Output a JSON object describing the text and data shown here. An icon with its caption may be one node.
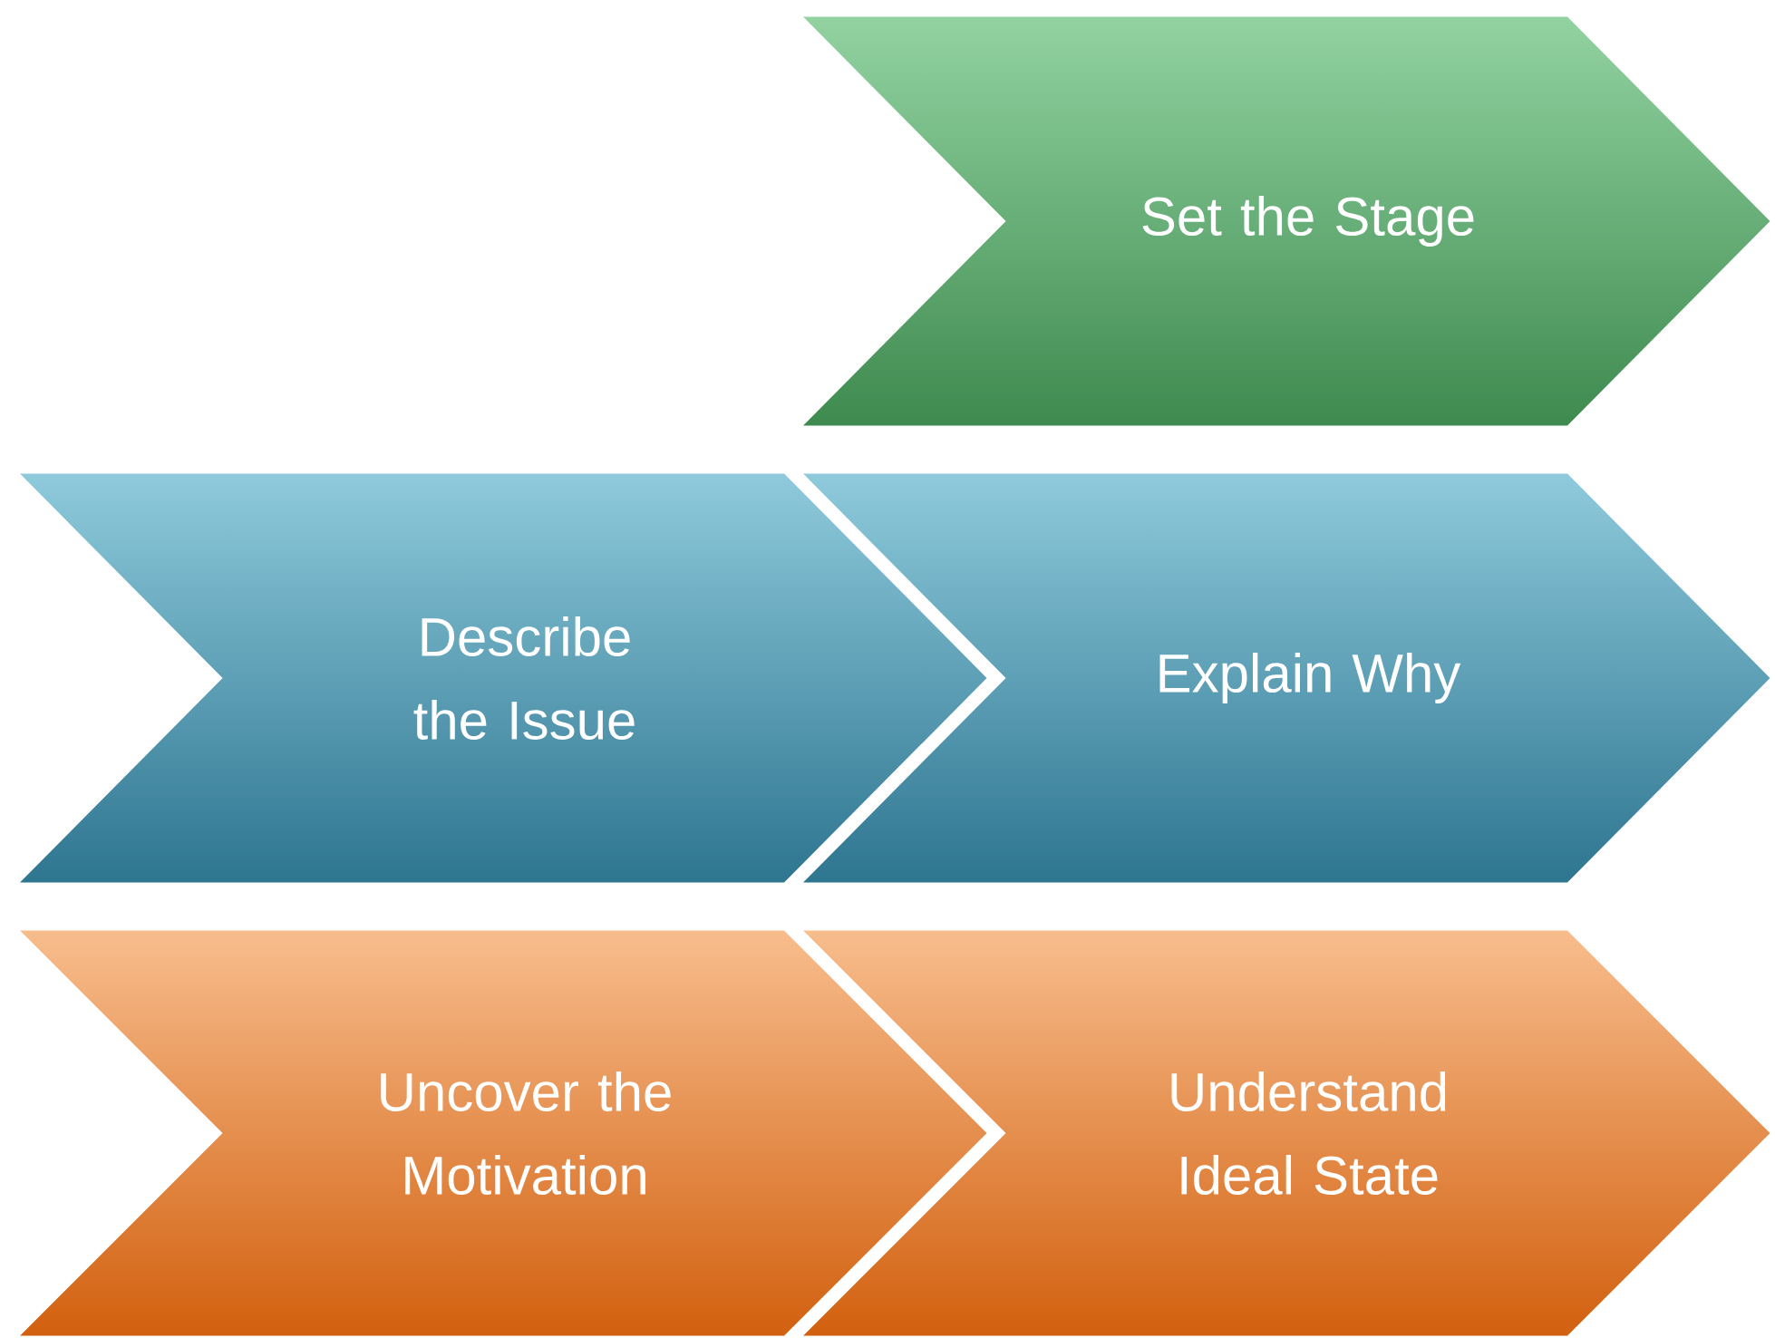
{
  "diagram": {
    "nodes": [
      {
        "text": [
          "Set the Stage"
        ]
      },
      {
        "text": [
          "Describe the Issue"
        ]
      },
      {
        "text": [
          "Explain Why"
        ]
      },
      {
        "text": [
          "Uncover the Motivation"
        ]
      },
      {
        "text": [
          "Understand Ideal State"
        ]
      }
    ]
  }
}
